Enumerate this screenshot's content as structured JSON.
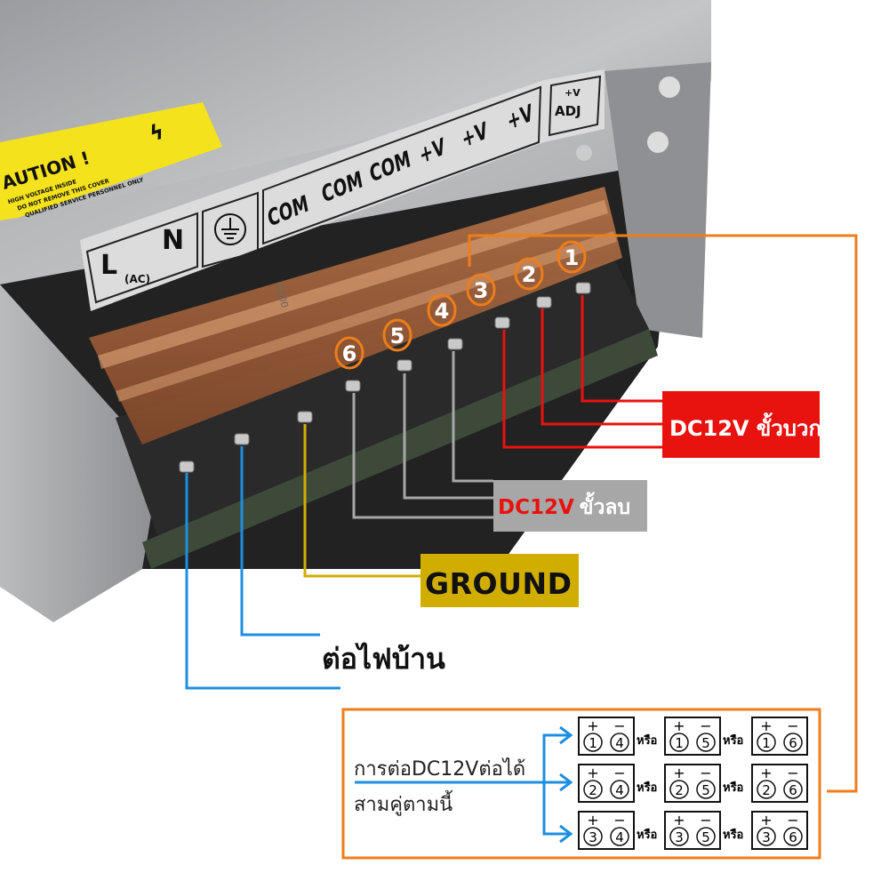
{
  "device": {
    "caution_title": "AUTION !",
    "caution_lines": [
      "HIGH VOLTAGE INSIDE",
      "DO NOT REMOVE THIS COVER",
      "QUALIFIED SERVICE PERSONNEL ONLY"
    ],
    "terminal_labels": [
      "L",
      "(AC)",
      "N",
      "COM",
      "COM",
      "COM",
      "+V",
      "+V",
      "+V"
    ],
    "adj_label": [
      "+V",
      "ADJ"
    ],
    "capacitor_text": "2200"
  },
  "terminal_numbers": [
    "1",
    "2",
    "3",
    "4",
    "5",
    "6"
  ],
  "labels": {
    "positive": {
      "prefix": "DC12V",
      "suffix": "ขั้วบวก",
      "bg": "#e8120f"
    },
    "negative": {
      "prefix": "DC12V",
      "suffix": "ขั้วลบ",
      "bg": "#a7a7a7"
    },
    "ground": {
      "text": "GROUND",
      "bg": "#d1ad00"
    },
    "mains": {
      "text": "ต่อไฟบ้าน"
    }
  },
  "colors": {
    "orange": "#ee7d1a",
    "red": "#e8120f",
    "gray": "#a7a7a7",
    "gold": "#d1ad00",
    "blue": "#1c8fe0"
  },
  "pairs_box": {
    "title_line1": "การต่อDC12Vต่อได้",
    "title_line2": "สามคู่ตามนี้",
    "or_text": "หรือ",
    "plus": "+",
    "minus": "−",
    "rows": [
      [
        [
          "1",
          "4"
        ],
        [
          "1",
          "5"
        ],
        [
          "1",
          "6"
        ]
      ],
      [
        [
          "2",
          "4"
        ],
        [
          "2",
          "5"
        ],
        [
          "2",
          "6"
        ]
      ],
      [
        [
          "3",
          "4"
        ],
        [
          "3",
          "5"
        ],
        [
          "3",
          "6"
        ]
      ]
    ]
  }
}
